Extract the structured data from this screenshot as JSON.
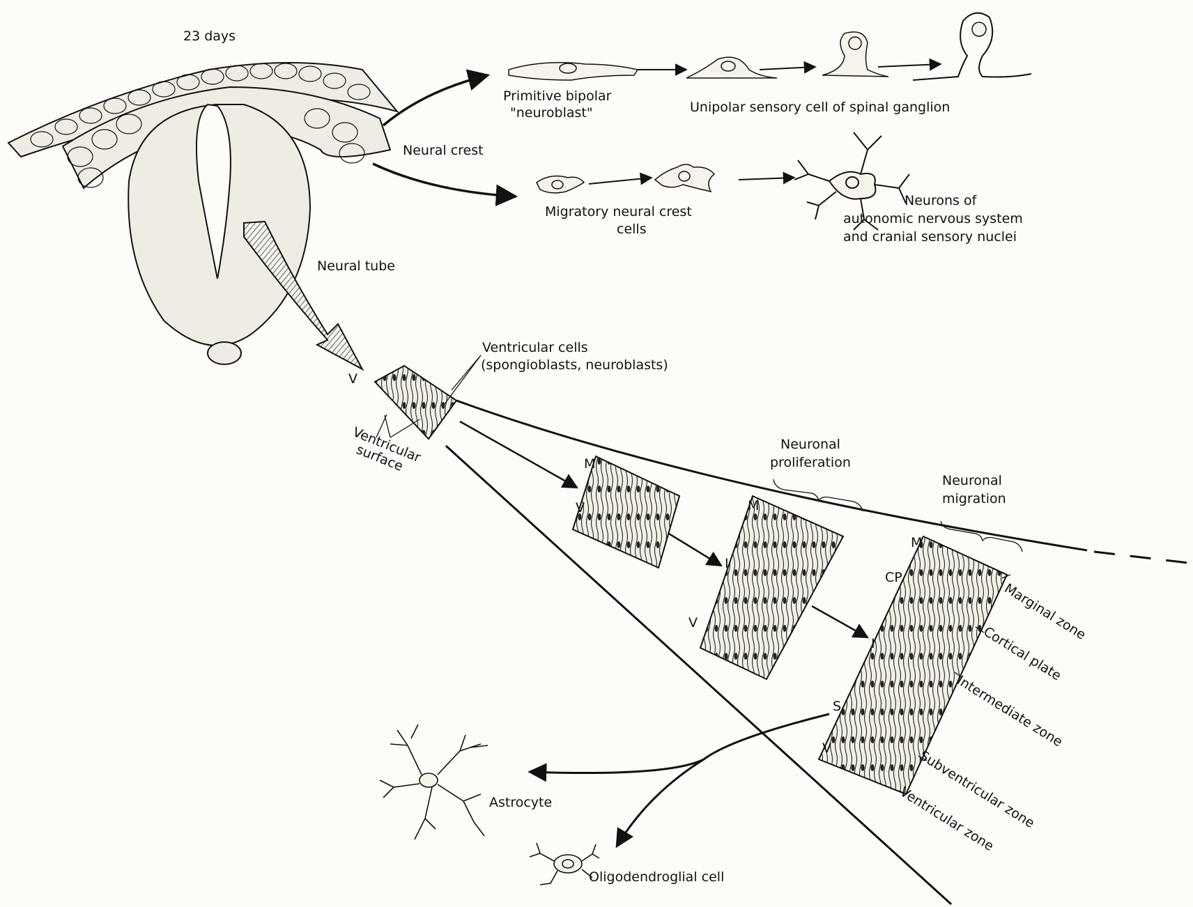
{
  "labels": {
    "age": "23 days",
    "primitive_bipolar_1": "Primitive bipolar",
    "primitive_bipolar_2": "\"neuroblast\"",
    "unipolar": "Unipolar sensory cell of spinal ganglion",
    "neural_crest": "Neural crest",
    "migratory_1": "Migratory neural crest",
    "migratory_2": "cells",
    "autonomic_1": "Neurons of",
    "autonomic_2": "autonomic nervous system",
    "autonomic_3": "and cranial sensory nuclei",
    "neural_tube": "Neural tube",
    "ventricular_cells_1": "Ventricular cells",
    "ventricular_cells_2": "(spongioblasts, neuroblasts)",
    "ventricular_surface_1": "Ventricular",
    "ventricular_surface_2": "surface",
    "proliferation_1": "Neuronal",
    "proliferation_2": "proliferation",
    "migration_1": "Neuronal",
    "migration_2": "migration",
    "astrocyte": "Astrocyte",
    "oligodendroglial": "Oligodendroglial cell"
  },
  "zones": {
    "marginal": "Marginal zone",
    "cortical": "Cortical plate",
    "intermediate": "Intermediate zone",
    "subventricular": "Subventricular zone",
    "ventricular": "Ventricular zone"
  },
  "letters": {
    "v": "V",
    "m": "M",
    "i": "I",
    "cp": "CP",
    "s": "S"
  }
}
